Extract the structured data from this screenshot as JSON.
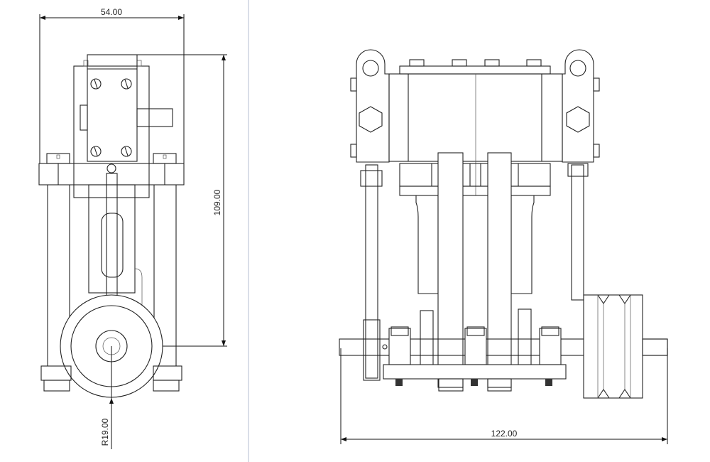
{
  "drawing": {
    "side_view": {
      "dimensions": {
        "width": "54.00",
        "height": "109.00",
        "radius": "R19.00"
      }
    },
    "front_view": {
      "dimensions": {
        "overall_width": "122.00"
      }
    },
    "colors": {
      "line": "#222222",
      "separator": "#cdd3e0"
    }
  }
}
